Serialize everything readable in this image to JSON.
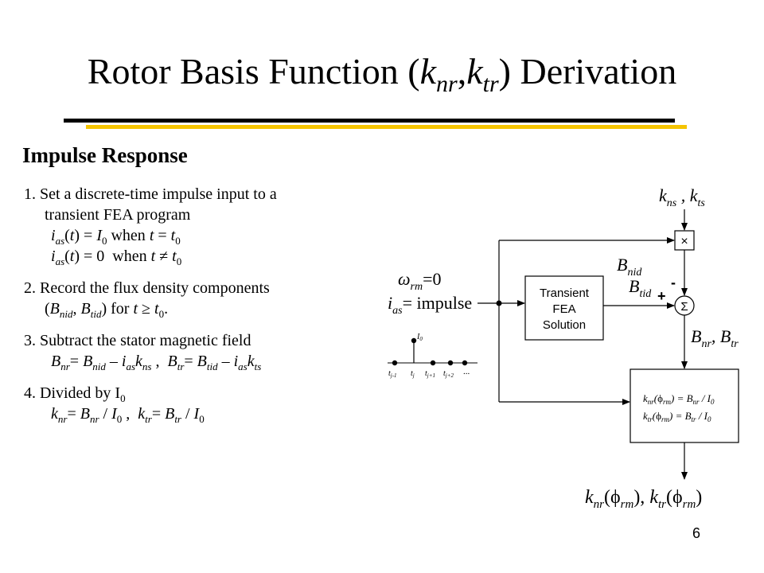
{
  "title": {
    "prefix": "Rotor Basis Function (",
    "k1": "k",
    "s1": "nr",
    "comma": ",",
    "k2": "k",
    "s2": "tr",
    "suffix": ") Derivation"
  },
  "heading": "Impulse Response",
  "steps": [
    {
      "number": "1.",
      "text": "Set a discrete-time impulse input to a",
      "text2": "transient FEA program"
    },
    {
      "number": "2.",
      "text": "Record the flux density components"
    },
    {
      "number": "3.",
      "text": "Subtract the stator magnetic field"
    },
    {
      "number": "4.",
      "text": "Divided by I"
    }
  ],
  "diagram": {
    "block_transient": [
      "Transient",
      "FEA",
      "Solution"
    ],
    "multiply_symbol": "×",
    "sum_symbol": "Σ",
    "plus_sign": "+",
    "minus_sign": "-",
    "impulse_label": "impulse",
    "omega_value": "=0",
    "dots": "..."
  },
  "page_number": "6"
}
